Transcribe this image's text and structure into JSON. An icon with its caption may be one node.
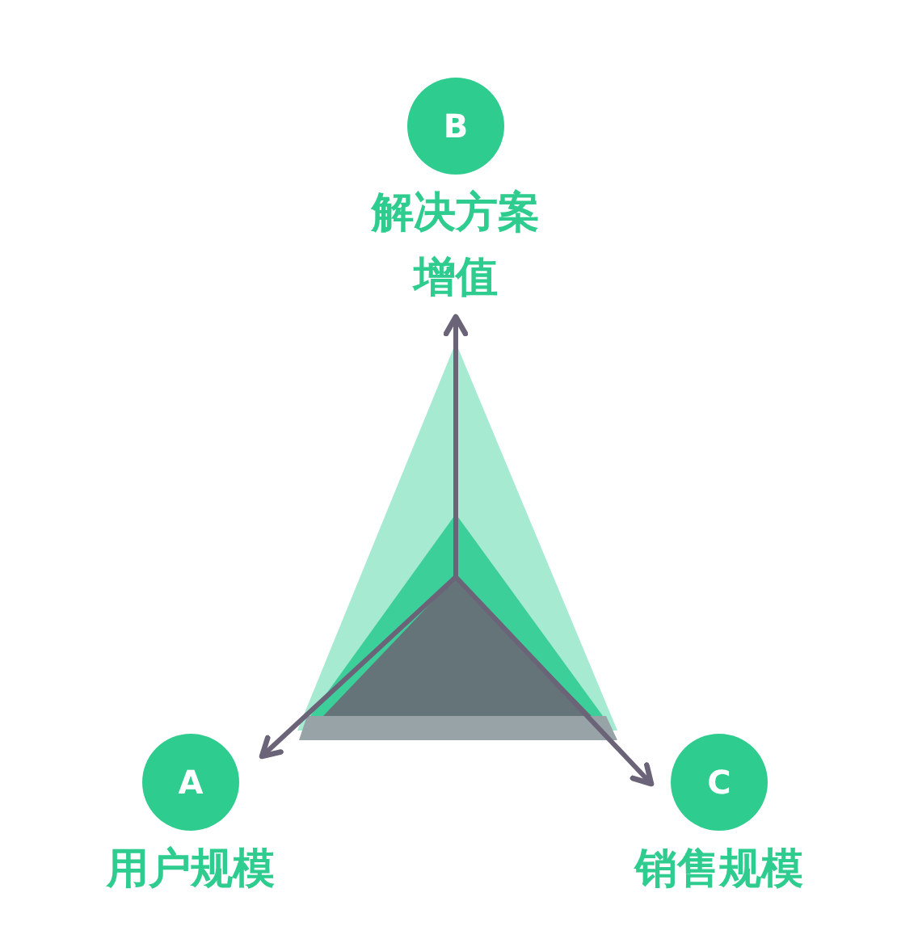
{
  "diagram": {
    "nodes": [
      {
        "text": [
          "B",
          "解决方案增值"
        ]
      },
      {
        "text": [
          "A",
          "用户规模"
        ]
      },
      {
        "text": [
          "C",
          "销售规模"
        ]
      }
    ],
    "edges": [
      {
        "from": null,
        "to": 0,
        "arrow": "to"
      },
      {
        "from": null,
        "to": 1,
        "arrow": "to"
      },
      {
        "from": null,
        "to": 2,
        "arrow": "to"
      }
    ]
  }
}
